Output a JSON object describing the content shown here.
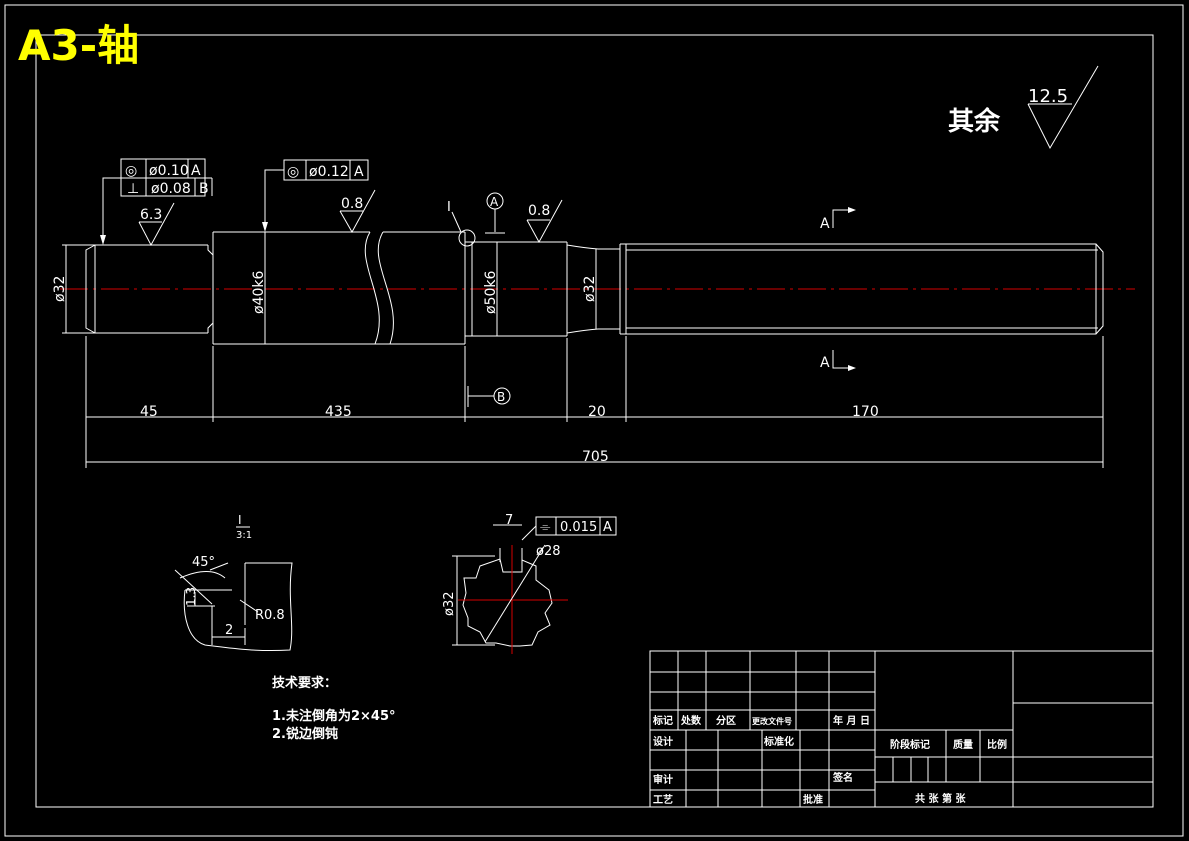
{
  "sheet_title": "A3-轴",
  "roughness_note": {
    "label": "其余",
    "value": "12.5"
  },
  "gdt": {
    "frame1_row1": {
      "symbol": "◎",
      "value": "ø0.10",
      "datum": "A"
    },
    "frame1_row2": {
      "symbol": "⊥",
      "value": "ø0.08",
      "datum": "B"
    },
    "frame2": {
      "symbol": "◎",
      "value": "ø0.12",
      "datum": "A"
    },
    "frame3": {
      "symbol": "⌯",
      "value": "0.015",
      "datum": "A"
    }
  },
  "roughness_marks": [
    "6.3",
    "0.8",
    "0.8"
  ],
  "datum_labels": {
    "a": "A",
    "b": "B"
  },
  "detail_label": "I",
  "section_label": "A",
  "diameters": [
    "ø32",
    "ø40k6",
    "ø50k6",
    "ø32"
  ],
  "lengths": {
    "d1": "45",
    "d2": "435",
    "d3": "20",
    "d4": "170",
    "total": "705"
  },
  "detail_view": {
    "label": "I",
    "scale": "3:1",
    "angle": "45°",
    "dim_vertical": "1.3",
    "dim_horizontal": "2",
    "radius": "R0.8"
  },
  "section_view": {
    "width": "7",
    "inner_diameter": "ø28",
    "outer_diameter": "ø32"
  },
  "tech_requirements": {
    "heading": "技术要求：",
    "items": [
      "1.未注倒角为2×45°",
      "2.锐边倒钝"
    ]
  },
  "title_block": {
    "biaoji": "标记",
    "chushu": "处数",
    "fenqu": "分区",
    "gengai": "更改文件号",
    "nianyueri": "年 月 日",
    "sheji": "设计",
    "biaozhunhua": "标准化",
    "shenhe": "审计",
    "qianming": "签名",
    "gongyi": "工艺",
    "pizhun": "批准",
    "jieduan": "阶段标记",
    "zhiliang": "质量",
    "bili": "比例",
    "gongzhang": "共  张  第  张"
  }
}
